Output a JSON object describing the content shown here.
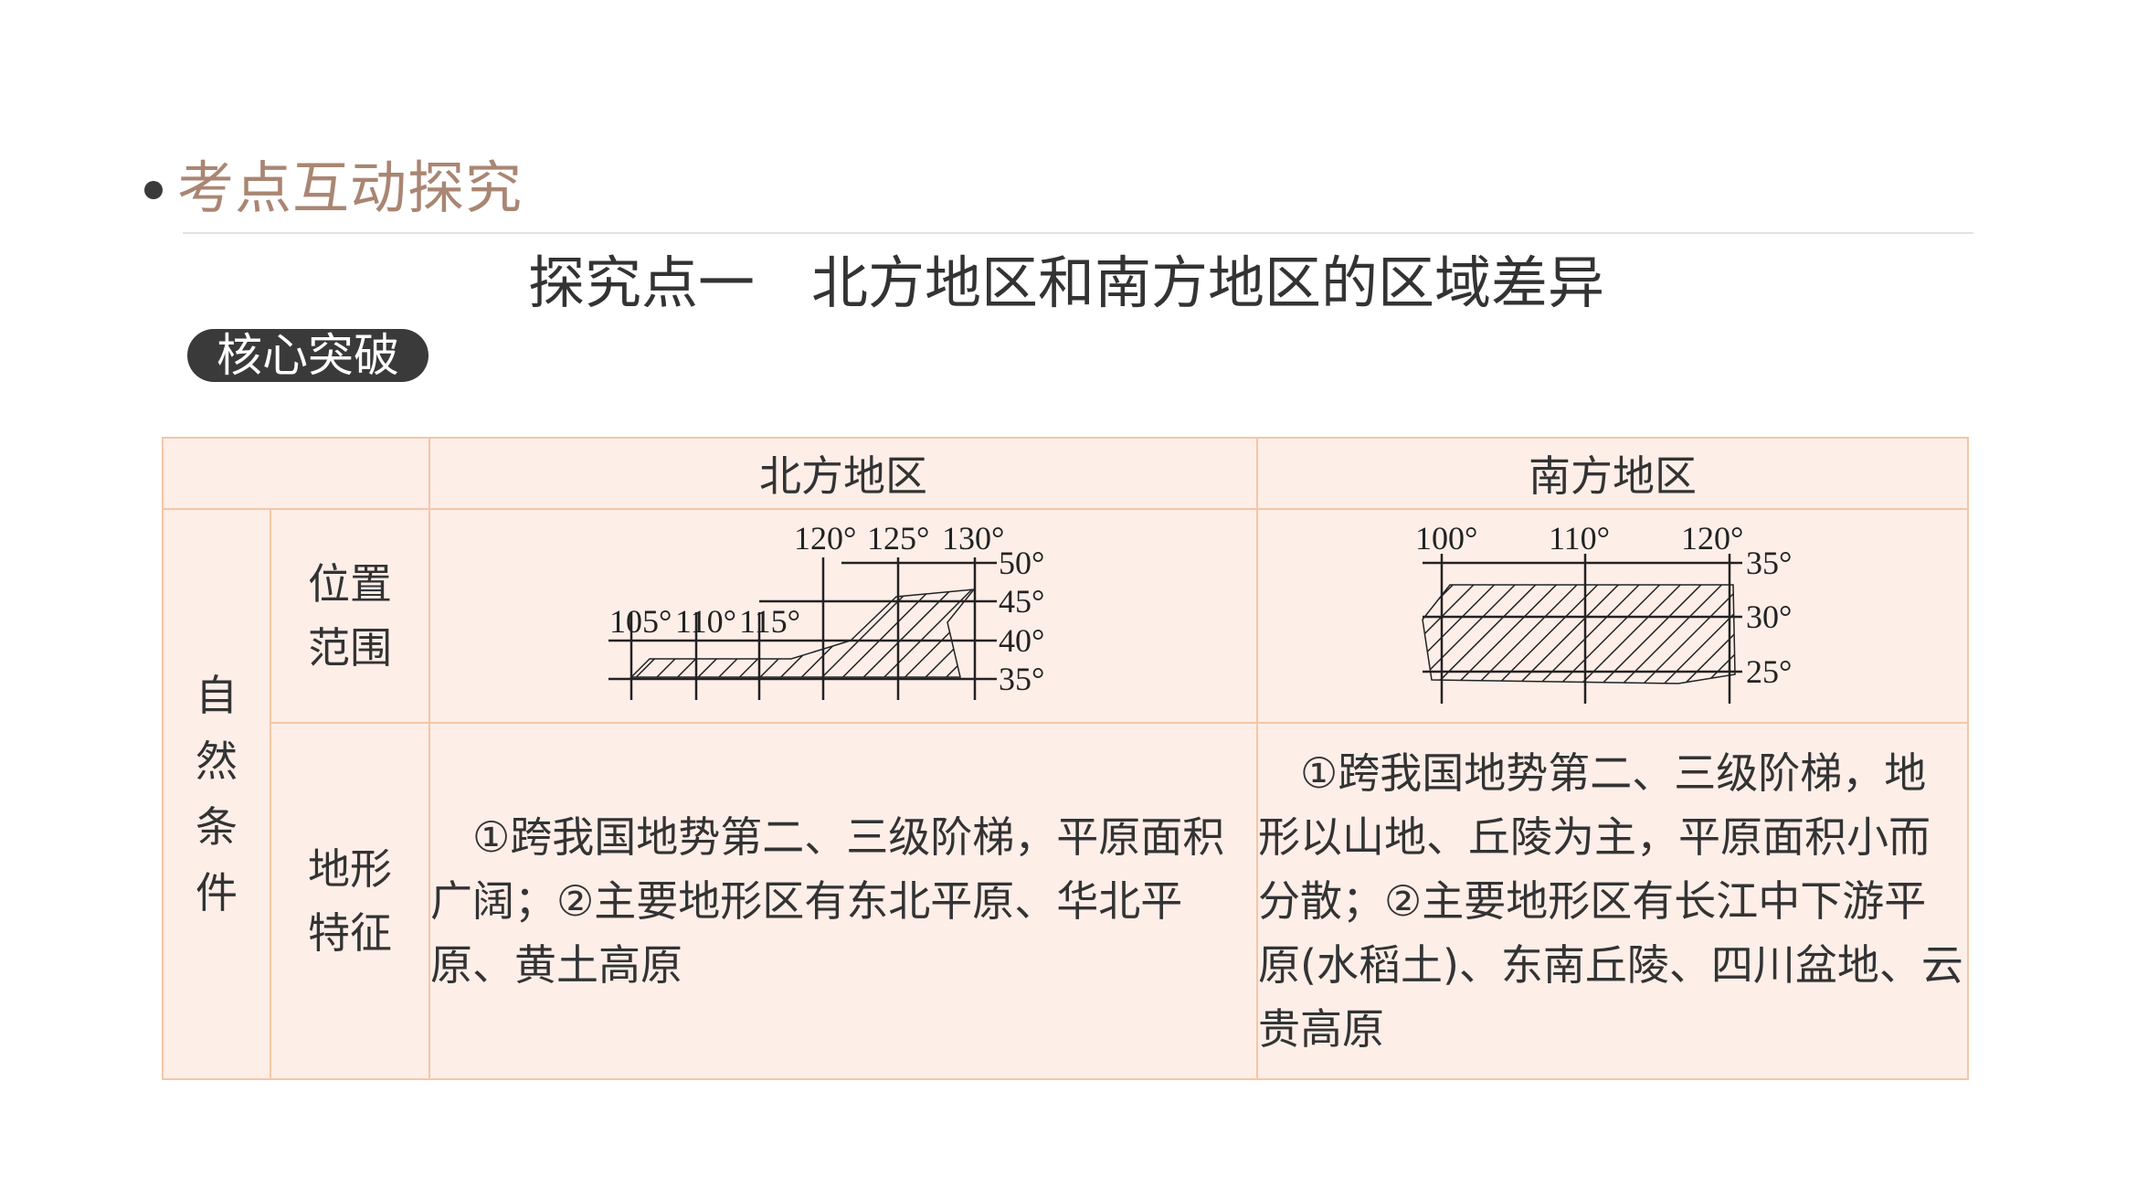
{
  "section": {
    "title": "考点互动探究"
  },
  "heading": "探究点一　北方地区和南方地区的区域差异",
  "badge": "核心突破",
  "table": {
    "col_north": "北方地区",
    "col_south": "南方地区",
    "group_label": [
      "自",
      "然",
      "条",
      "件"
    ],
    "row_location": "位置\n范围",
    "row_location_lines": [
      "位置",
      "范围"
    ],
    "row_terrain_lines": [
      "地形",
      "特征"
    ],
    "north_terrain": "①跨我国地势第二、三级阶梯，平原面积广阔；②主要地形区有东北平原、华北平原、黄土高原",
    "south_terrain": "①跨我国地势第二、三级阶梯，地形以山地、丘陵为主，平原面积小而分散；②主要地形区有长江中下游平原(水稻土)、东南丘陵、四川盆地、云贵高原"
  },
  "north_map": {
    "lon_top": [
      "120°",
      "125°",
      "130°"
    ],
    "lon_mid": [
      "105°",
      "110°",
      "115°"
    ],
    "lat": [
      "50°",
      "45°",
      "40°",
      "35°"
    ]
  },
  "south_map": {
    "lon": [
      "100°",
      "110°",
      "120°"
    ],
    "lat": [
      "35°",
      "30°",
      "25°"
    ]
  }
}
